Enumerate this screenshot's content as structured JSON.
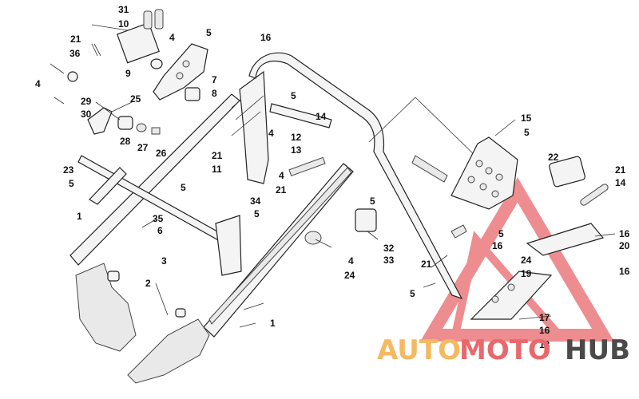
{
  "callouts": {
    "c31": "31",
    "c10": "10",
    "c21a": "21",
    "c4a": "4",
    "c5a": "5",
    "c36": "36",
    "c4b": "4",
    "c9": "9",
    "c7": "7",
    "c8": "8",
    "c29": "29",
    "c30": "30",
    "c25": "25",
    "c28": "28",
    "c27": "27",
    "c26": "26",
    "c23": "23",
    "c5b": "5",
    "c5c": "5",
    "c1a": "1",
    "c35": "35",
    "c6": "6",
    "c3": "3",
    "c2": "2",
    "c16a": "16",
    "c5d": "5",
    "c12": "12",
    "c14a": "14",
    "c4c": "4",
    "c13": "13",
    "c21b": "21",
    "c11": "11",
    "c4d": "4",
    "c21c": "21",
    "c34": "34",
    "c5e": "5",
    "c5f": "5",
    "c32": "32",
    "c4e": "4",
    "c24a": "24",
    "c33": "33",
    "c1b": "1",
    "c15": "15",
    "c5g": "5",
    "c22": "22",
    "c21d": "21",
    "c14b": "14",
    "c16b": "16",
    "c20": "20",
    "c16c": "16",
    "c5h": "5",
    "c16d": "16",
    "c24b": "24",
    "c19": "19",
    "c21e": "21",
    "c5i": "5",
    "c17": "17",
    "c16e": "16",
    "c18": "18"
  },
  "watermark": {
    "word_part1": "AUTO",
    "word_part2": "MOTO",
    "word_part3": "HUB",
    "color_orange": "#f5b961",
    "color_red": "#e8686b",
    "color_dark": "#4a4a4a"
  }
}
